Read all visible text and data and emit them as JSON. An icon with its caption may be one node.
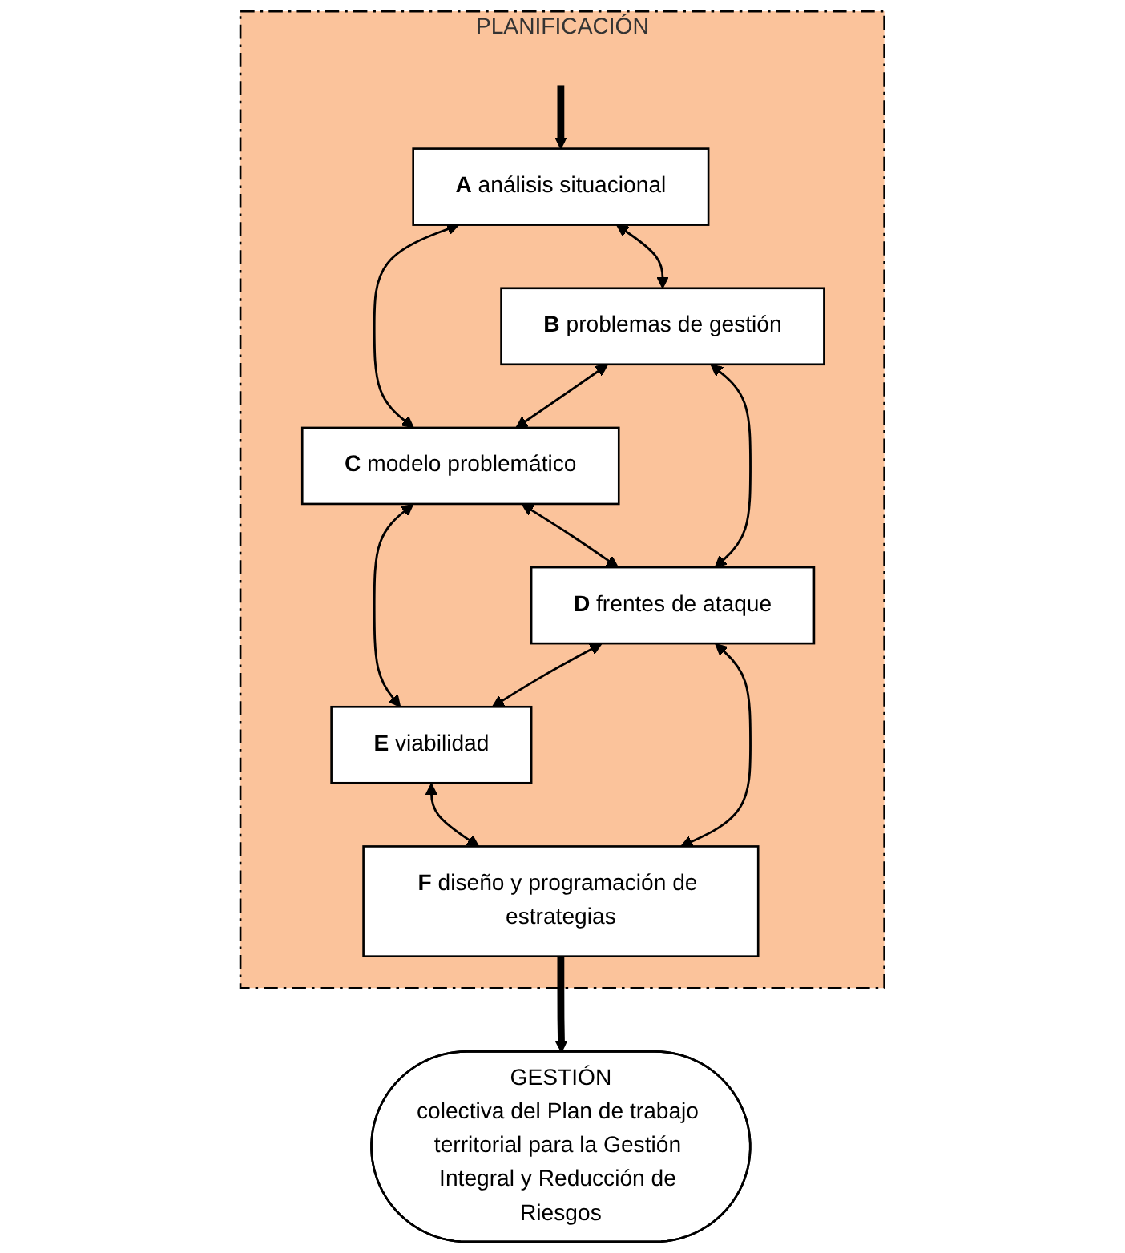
{
  "diagram": {
    "nodes": [
      {
        "text": [
          "PLANIFICACIÓN"
        ]
      },
      {
        "text": [
          "**A** análisis situacional"
        ],
        "in": 0
      },
      {
        "text": [
          "**B** problemas de gestión"
        ],
        "in": 0
      },
      {
        "text": [
          "**C** modelo problemático"
        ],
        "in": 0
      },
      {
        "text": [
          "**D** frentes de ataque"
        ],
        "in": 0
      },
      {
        "text": [
          "**E** viabilidad"
        ],
        "in": 0
      },
      {
        "text": [
          "**F** diseño y programación de estrategias"
        ],
        "in": 0
      },
      {
        "text": [
          "GESTIÓN",
          "colectiva del Plan de trabajo territorial para la Gestión Integral y Reducción de Riesgos"
        ]
      }
    ],
    "edges": [
      {
        "from": null,
        "to": 1,
        "arrow": "to",
        "style": "thick"
      },
      {
        "from": 1,
        "to": 2,
        "arrow": "both"
      },
      {
        "from": 1,
        "to": 3,
        "arrow": "both"
      },
      {
        "from": 2,
        "to": 3,
        "arrow": "both"
      },
      {
        "from": 3,
        "to": 4,
        "arrow": "both"
      },
      {
        "from": 3,
        "to": 5,
        "arrow": "both"
      },
      {
        "from": 2,
        "to": 4,
        "arrow": "both"
      },
      {
        "from": 4,
        "to": 5,
        "arrow": "both"
      },
      {
        "from": 5,
        "to": 6,
        "arrow": "both"
      },
      {
        "from": 4,
        "to": 6,
        "arrow": "both"
      },
      {
        "from": 6,
        "to": 7,
        "arrow": "to",
        "style": "thick"
      }
    ]
  }
}
